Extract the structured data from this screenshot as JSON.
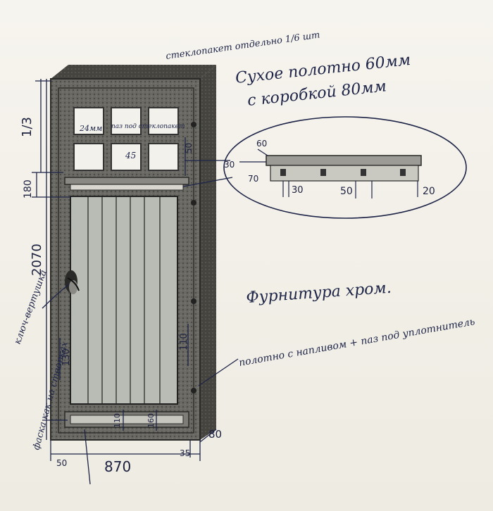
{
  "title": {
    "line1": "Сухое полотно 60мм",
    "line2": "с коробкой 80мм"
  },
  "notes": {
    "glass": "стеклопакет отдельно 1/6 шт",
    "glass_slot": "паз под стеклопакет",
    "fittings": "Фурнитура хром.",
    "key_label": "ключ-вертушка",
    "leaf_note": "полотно с напливом + паз под уплотнитель",
    "chamfer_note": "фаска как на створках"
  },
  "dimensions": {
    "upper_third": "1/3",
    "height_total": "2070",
    "rail_180": "180",
    "width_total": "870",
    "frame_80": "80",
    "bottom_50": "50",
    "bottom_35": "35",
    "left_130": "130",
    "right_110": "110",
    "side_50": "50",
    "small_24": "24мм",
    "small_45": "45",
    "bottom_110": "110",
    "bottom_160": "160"
  },
  "detail": {
    "d60": "60",
    "d30": "30",
    "d70": "70",
    "d30b": "30",
    "d50": "50",
    "d20": "20"
  },
  "colors": {
    "ink": "#1d2447",
    "frame": "#5b5a55",
    "panel": "#b9bcb4"
  }
}
